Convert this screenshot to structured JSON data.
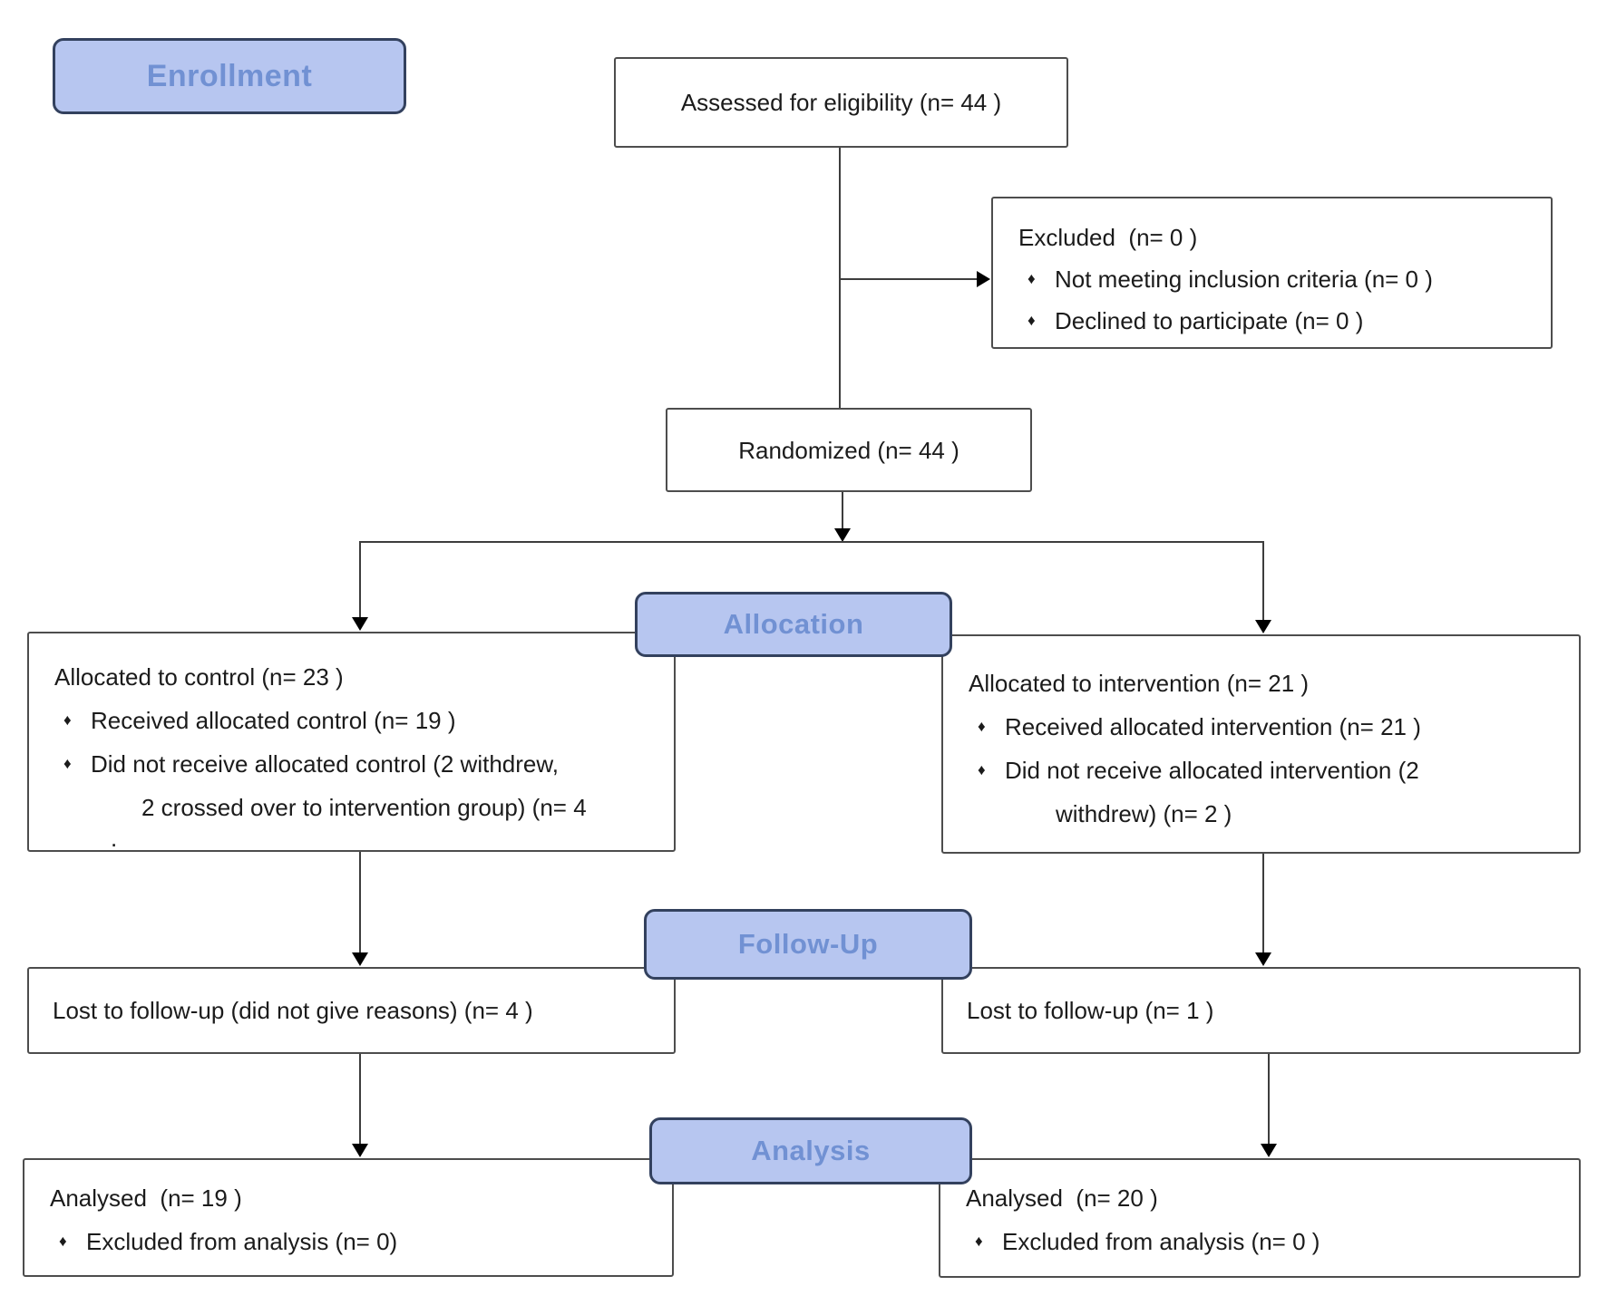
{
  "title": "CONSORT participant flow diagram",
  "bullet_char": "♦",
  "colors": {
    "pill_fill": "#b7c6f0",
    "pill_border": "#33415e",
    "pill_text": "#7191d3",
    "box_border": "#4d4d4d",
    "connector": "#3d3d3d",
    "text": "#1b1b1b"
  },
  "stages": {
    "enrollment": "Enrollment",
    "allocation": "Allocation",
    "followup": "Follow-Up",
    "analysis": "Analysis"
  },
  "boxes": {
    "assessed": {
      "lines": [
        {
          "t": "Assessed for eligibility (n= 44 )"
        }
      ]
    },
    "excluded": {
      "lines": [
        {
          "t": "Excluded  (n= 0 )"
        },
        {
          "t": "Not meeting inclusion criteria (n= 0 )",
          "b": true
        },
        {
          "t": "Declined to participate (n= 0 )",
          "b": true
        }
      ]
    },
    "randomized": {
      "lines": [
        {
          "t": "Randomized (n= 44 )"
        }
      ]
    },
    "alloc_control": {
      "lines": [
        {
          "t": "Allocated to control (n= 23 )"
        },
        {
          "t": "Received allocated control (n= 19 )",
          "b": true
        },
        {
          "t": "Did not receive allocated control (2 withdrew,",
          "b": true
        },
        {
          "t": "2 crossed over to intervention group) (n= 4",
          "cls": "indent"
        },
        {
          "t": ".",
          "cls": "dot"
        }
      ]
    },
    "alloc_intervention": {
      "lines": [
        {
          "t": "Allocated to intervention (n= 21 )"
        },
        {
          "t": "Received allocated intervention (n= 21 )",
          "b": true
        },
        {
          "t": "Did not receive allocated intervention (2",
          "b": true
        },
        {
          "t": "withdrew) (n= 2 )",
          "cls": "indent"
        }
      ]
    },
    "fu_control": {
      "lines": [
        {
          "t": "Lost to follow-up (did not give reasons) (n= 4 )"
        }
      ]
    },
    "fu_intervention": {
      "lines": [
        {
          "t": "Lost to follow-up (n= 1 )"
        }
      ]
    },
    "an_control": {
      "lines": [
        {
          "t": "Analysed  (n= 19 )"
        },
        {
          "t": "Excluded from analysis (n= 0)",
          "b": true
        }
      ]
    },
    "an_intervention": {
      "lines": [
        {
          "t": "Analysed  (n= 20 )"
        },
        {
          "t": "Excluded from analysis (n= 0 )",
          "b": true
        }
      ]
    }
  }
}
